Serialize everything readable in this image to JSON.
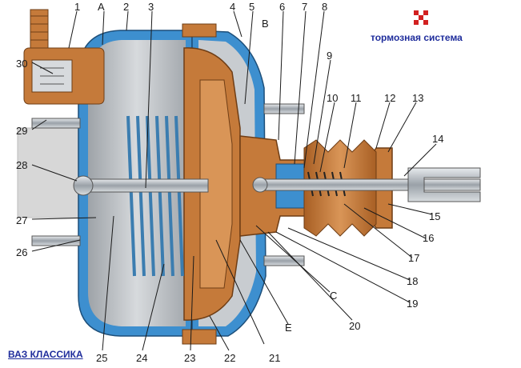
{
  "brand": {
    "text": "тормозная система",
    "logo": "red-cross-logo"
  },
  "footer": {
    "text": "ВАЗ КЛАССИКА"
  },
  "labels": {
    "n1": "1",
    "n2": "2",
    "n3": "3",
    "n4": "4",
    "n5": "5",
    "n6": "6",
    "n7": "7",
    "n8": "8",
    "n9": "9",
    "n10": "10",
    "n11": "11",
    "n12": "12",
    "n13": "13",
    "n14": "14",
    "n15": "15",
    "n16": "16",
    "n17": "17",
    "n18": "18",
    "n19": "19",
    "n20": "20",
    "n21": "21",
    "n22": "22",
    "n23": "23",
    "n24": "24",
    "n25": "25",
    "n26": "26",
    "n27": "27",
    "n28": "28",
    "n29": "29",
    "n30": "30",
    "A": "A",
    "B": "B",
    "C": "C",
    "E": "E"
  },
  "colors": {
    "housing": "#3d8fcf",
    "diaphragm": "#c57a3a",
    "metal": "#9aa1a8",
    "brand": "#1f2d9c",
    "accent": "#d22020"
  }
}
